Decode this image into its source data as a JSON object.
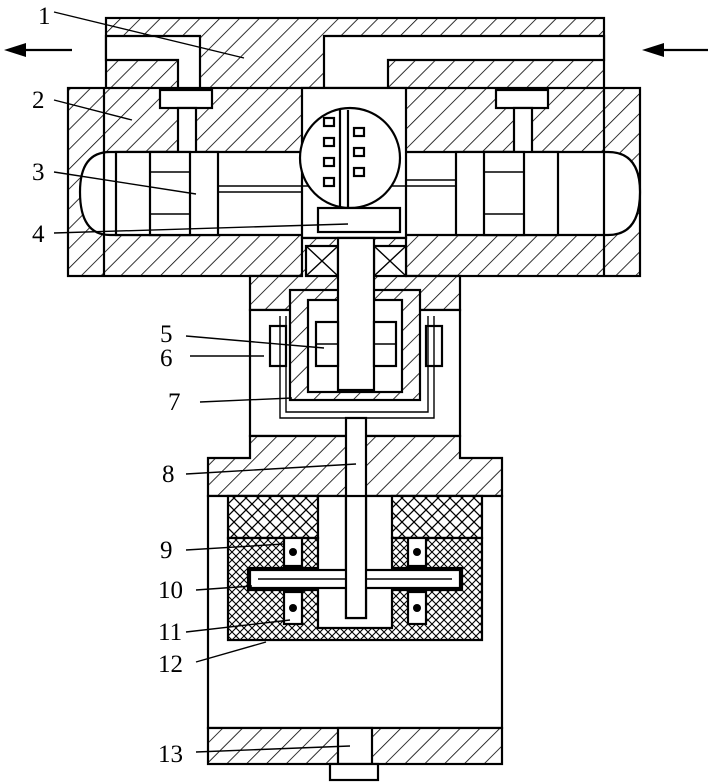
{
  "labels": [
    "1",
    "2",
    "3",
    "4",
    "5",
    "6",
    "7",
    "8",
    "9",
    "10",
    "11",
    "12",
    "13"
  ],
  "colors": {
    "line": "#000000",
    "background": "#ffffff"
  },
  "icons": {
    "left_arrow": "arrow-left-icon",
    "right_arrow": "arrow-left-icon"
  }
}
